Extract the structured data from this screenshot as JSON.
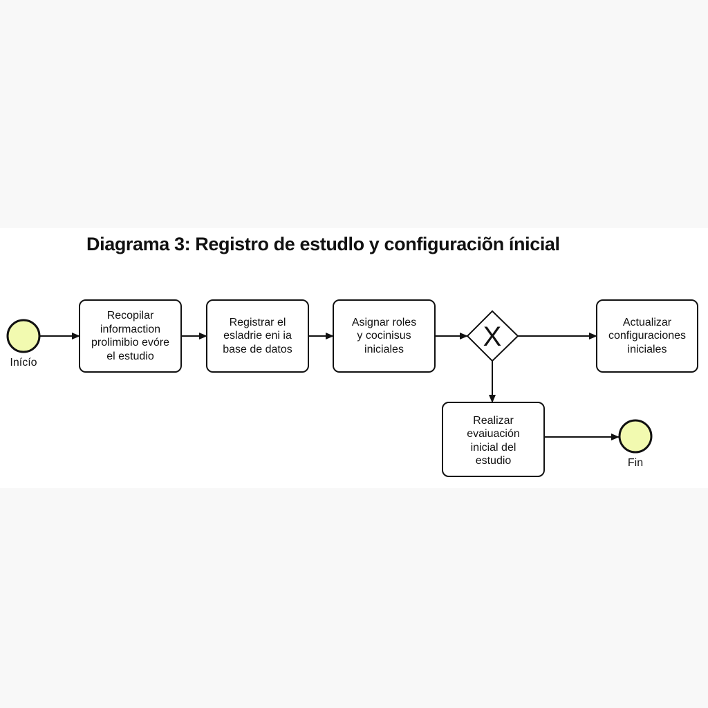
{
  "diagram": {
    "title": "Diagrama 3: Registro de estudlo y configuraciõn ínicial",
    "start_event": {
      "label": "Inícío"
    },
    "end_event": {
      "label": "Fin"
    },
    "tasks": [
      {
        "id": "t1",
        "label": "Recopilar\ninformaction\nprolimibio evóre\nel estudio"
      },
      {
        "id": "t2",
        "label": "Registrar el\nesladrie eni ia\nbase de datos"
      },
      {
        "id": "t3",
        "label": "Asignar roles\ny cocinisus\niniciales"
      },
      {
        "id": "t4",
        "label": "Actualizar\nconfiguraciones\niniciales"
      },
      {
        "id": "t5",
        "label": "Realizar\nevaiuación\ninicial del\nestudio"
      }
    ],
    "gateway": {
      "symbol": "X"
    },
    "colors": {
      "event_fill": "#f2fab0",
      "stroke": "#111111",
      "task_fill": "#ffffff"
    }
  }
}
